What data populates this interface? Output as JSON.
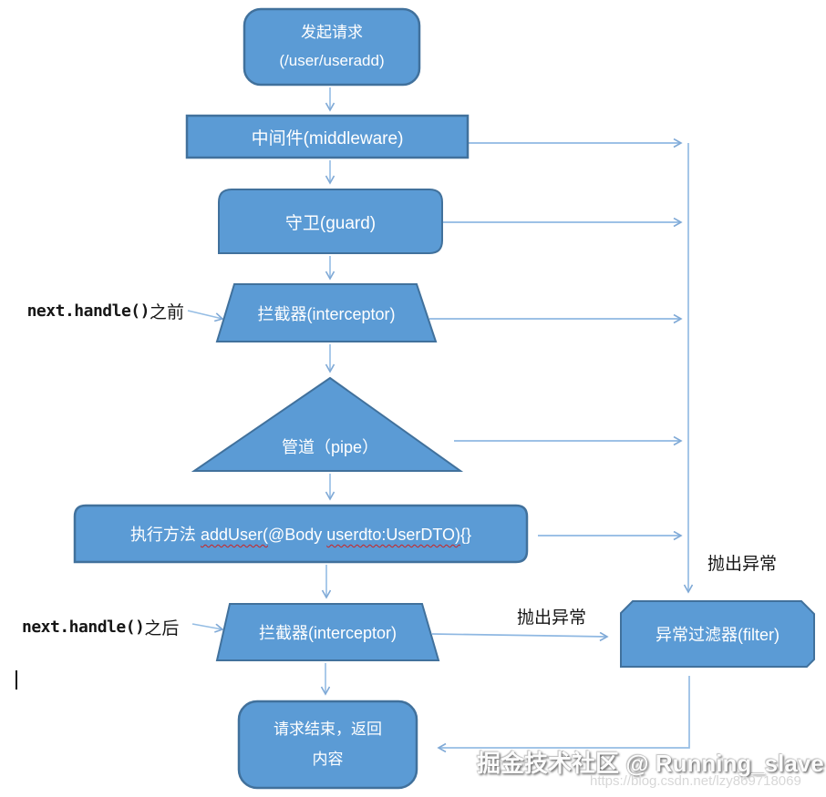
{
  "diagram": {
    "nodes": {
      "start": {
        "line1": "发起请求",
        "line2": "(/user/useradd)"
      },
      "middleware": {
        "label": "中间件(middleware)"
      },
      "guard": {
        "label": "守卫(guard)"
      },
      "interceptor_before": {
        "label": "拦截器(interceptor)"
      },
      "pipe": {
        "label": "管道（pipe）"
      },
      "method": {
        "prefix": "执行方法 ",
        "code_wavy1": "addUser(",
        "code_mid": "@Body ",
        "code_wavy2": "userdto:UserDTO)",
        "code_end": "{}"
      },
      "interceptor_after": {
        "label": "拦截器(interceptor)"
      },
      "filter": {
        "label": "异常过滤器(filter)"
      },
      "end": {
        "line1": "请求结束，返回",
        "line2": "内容"
      }
    },
    "annotations": {
      "before": {
        "code": "next.handle()",
        "suffix": "之前"
      },
      "after": {
        "code": "next.handle()",
        "suffix": "之后"
      },
      "throw_right": "抛出异常",
      "throw_mid": "抛出异常"
    },
    "colors": {
      "shape_fill": "#5b9bd5",
      "shape_stroke": "#41719c",
      "connector": "#95bde4",
      "squiggle": "#cc2222"
    }
  },
  "watermark": {
    "community": "掘金技术社区 @ Running_slave",
    "url": "https://blog.csdn.net/lzy869718069"
  }
}
